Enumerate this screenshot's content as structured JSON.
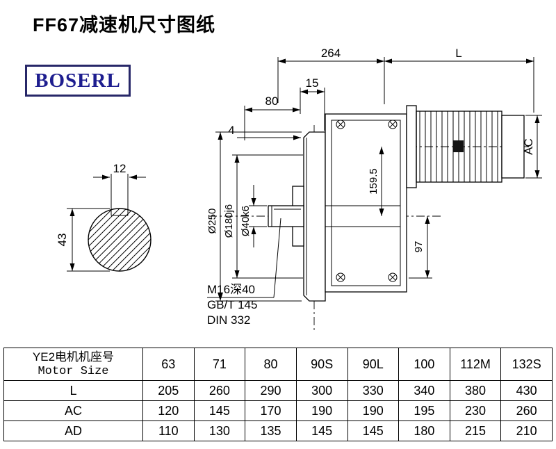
{
  "title": "FF67减速机尺寸图纸",
  "brand": "BOSERL",
  "drawing": {
    "labels": {
      "dim_264": "264",
      "dim_L": "L",
      "dim_15": "15",
      "dim_80": "80",
      "dim_4": "4",
      "dim_AC": "AC",
      "dim_159_5": "159.5",
      "dim_97": "97",
      "dia_250": "Ø250",
      "dia_180": "Ø180j6",
      "dia_40": "Ø40k6",
      "dim_12": "12",
      "dim_43": "43",
      "note_1": "M16深40",
      "note_2": "GB/T 145",
      "note_3": "DIN 332"
    }
  },
  "table": {
    "header": {
      "line1": "YE2电机机座号",
      "line2": "Motor Size"
    },
    "columns": [
      "63",
      "71",
      "80",
      "90S",
      "90L",
      "100",
      "112M",
      "132S"
    ],
    "rows": [
      {
        "label": "L",
        "values": [
          "205",
          "260",
          "290",
          "300",
          "330",
          "340",
          "380",
          "430"
        ]
      },
      {
        "label": "AC",
        "values": [
          "120",
          "145",
          "170",
          "190",
          "190",
          "195",
          "230",
          "260"
        ]
      },
      {
        "label": "AD",
        "values": [
          "110",
          "130",
          "135",
          "145",
          "145",
          "180",
          "215",
          "210"
        ]
      }
    ]
  }
}
